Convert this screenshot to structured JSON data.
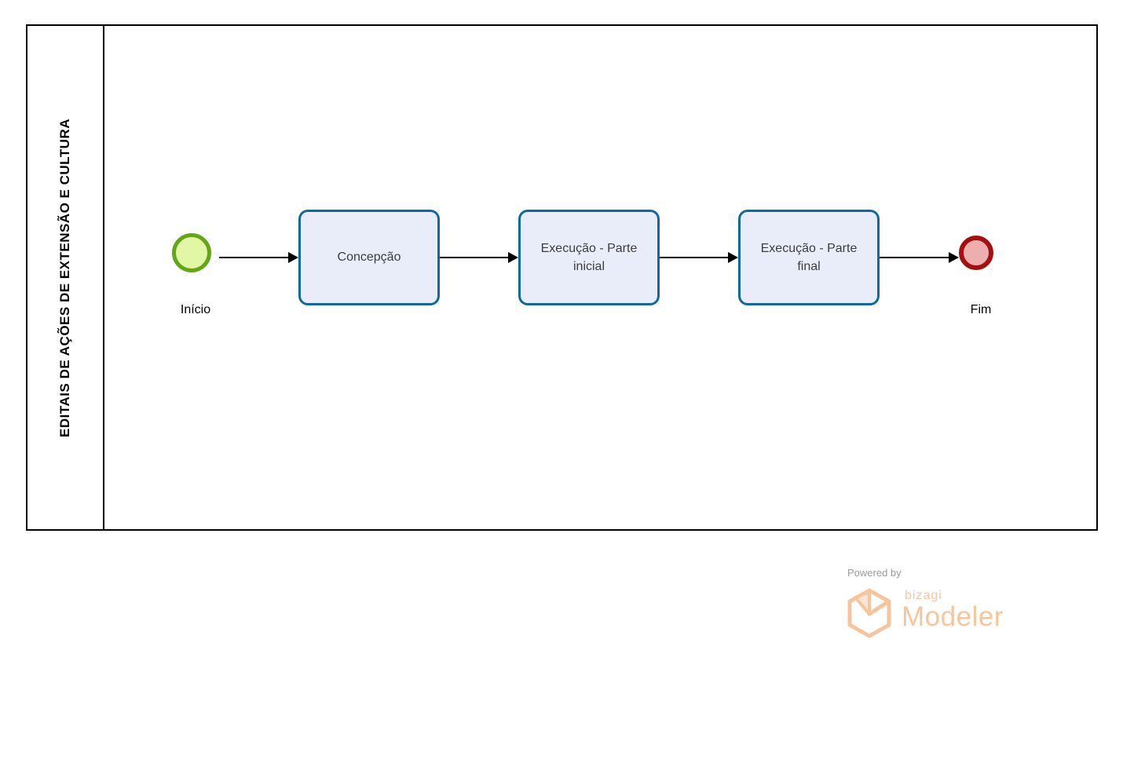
{
  "pool": {
    "title": "EDITAIS DE AÇÕES DE EXTENSÃO E CULTURA"
  },
  "process": {
    "start_event": {
      "label": "Início"
    },
    "tasks": [
      {
        "label": "Concepção"
      },
      {
        "label": "Execução - Parte inicial"
      },
      {
        "label": "Execução - Parte final"
      }
    ],
    "end_event": {
      "label": "Fim"
    }
  },
  "colors": {
    "task_border": "#10699F",
    "task_fill": "#E9EDF9",
    "start_border": "#63A616",
    "start_fill": "#E2F7A6",
    "end_border": "#A50F0F",
    "end_fill": "#EFAEAE",
    "flow": "#000000",
    "brand_orange": "#F7C59D",
    "powered_by_gray": "#9B9B9B"
  },
  "footer": {
    "powered_by": "Powered by",
    "brand": "bizagi",
    "product": "Modeler"
  }
}
